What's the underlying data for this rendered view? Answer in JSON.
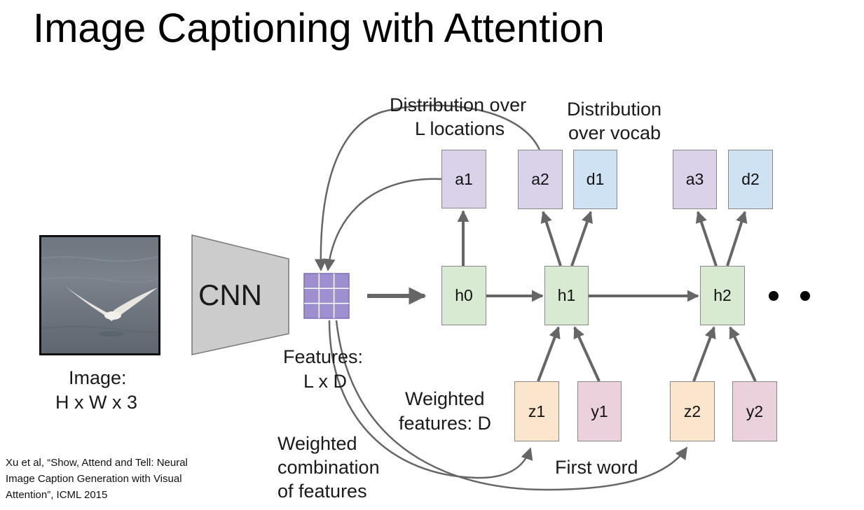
{
  "slide": {
    "title": "Image Captioning with Attention",
    "cnn_label": "CNN",
    "image_label": [
      "Image:",
      "H x W x 3"
    ],
    "features_label": [
      "Features:",
      "L x D"
    ],
    "distribution_locations": [
      "Distribution over",
      "L locations"
    ],
    "distribution_vocab": [
      "Distribution",
      "over vocab"
    ],
    "weighted_features": [
      "Weighted",
      "features: D"
    ],
    "weighted_combination": [
      "Weighted",
      "combination",
      "of features"
    ],
    "first_word": "First word",
    "citation": [
      "Xu et al, “Show, Attend and Tell: Neural",
      "Image Caption Generation with Visual",
      "Attention”, ICML 2015"
    ]
  },
  "nodes": {
    "a1": "a1",
    "a2": "a2",
    "a3": "a3",
    "d1": "d1",
    "d2": "d2",
    "h0": "h0",
    "h1": "h1",
    "h2": "h2",
    "z1": "z1",
    "z2": "z2",
    "y1": "y1",
    "y2": "y2"
  },
  "colors": {
    "attention": "#d9d2e9",
    "vocab": "#cfe2f3",
    "hidden": "#d9ead3",
    "weighted": "#fce5cd",
    "word": "#ead1dc",
    "feature_grid": "#9e8fd0",
    "cnn": "#cccccc",
    "arrow": "#666666"
  }
}
